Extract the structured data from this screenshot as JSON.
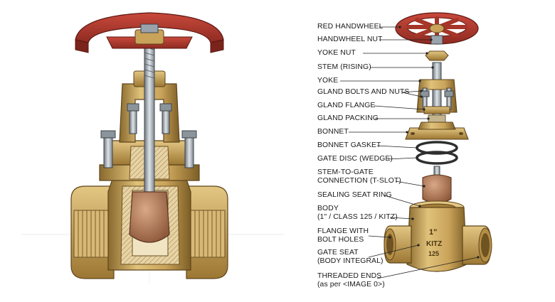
{
  "labels": {
    "red_handwheel": "RED HANDWHEEL",
    "handwheel_nut": "HANDWHEEL NUT",
    "yoke_nut": "YOKE NUT",
    "stem": "STEM (RISING)",
    "yoke": "YOKE",
    "gland_bolts": "GLAND BOLTS AND NUTS",
    "gland_flange": "GLAND FLANGE",
    "gland_packing": "GLAND PACKING",
    "bonnet": "BONNET",
    "bonnet_gasket": "BONNET GASKET",
    "gate_disc": "GATE DISC (WEDGE)",
    "stem_to_gate_1": "STEM-TO-GATE",
    "stem_to_gate_2": "CONNECTION (T-SLOT)",
    "sealing_seat_ring": "SEALING SEAT RING",
    "body_1": "BODY",
    "body_2": "(1\" / CLASS 125 / KITZ)",
    "flange_1": "FLANGE WITH",
    "flange_2": "BOLT HOLES",
    "gate_seat_1": "GATE SEAT",
    "gate_seat_2": "(BODY INTEGRAL)",
    "threaded_1": "THREADED ENDS",
    "threaded_2": "(as per <IMAGE 0>)"
  },
  "markings": {
    "size": "1\"",
    "brand": "KITZ",
    "rating": "125"
  },
  "colors": {
    "handwheel": "#b03a2e",
    "brass": "#c9a35a",
    "brass_dark": "#8a6a2e",
    "steel": "#9aa3ab",
    "disc": "#b98463"
  }
}
